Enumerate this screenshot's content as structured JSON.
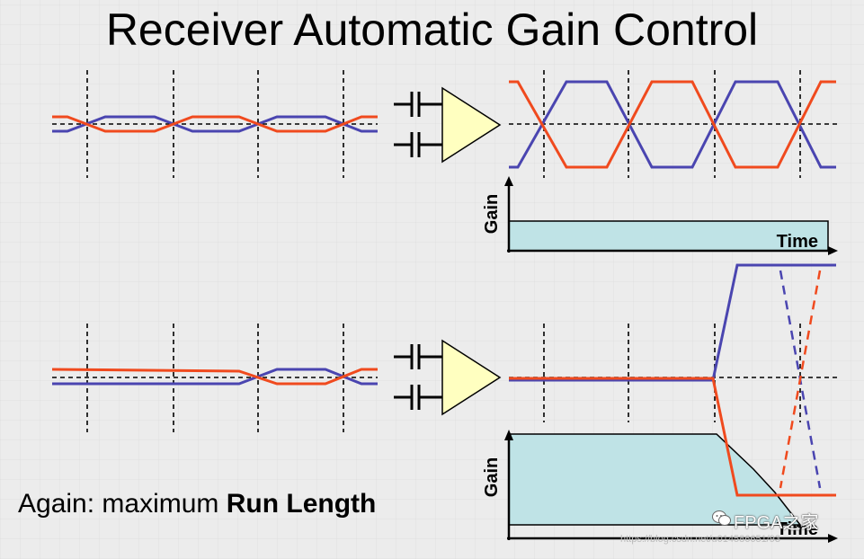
{
  "title": "Receiver Automatic Gain Control",
  "caption": {
    "prefix": "Again: maximum ",
    "bold": "Run Length"
  },
  "top_gain_graph": {
    "ylabel": "Gain",
    "xlabel": "Time"
  },
  "bottom_gain_graph": {
    "ylabel": "Gain",
    "xlabel": "Time"
  },
  "watermark": {
    "text": "FPGA之家",
    "small": "https://blog.csdn.net/u014586651/93",
    "icon": "wechat-icon"
  },
  "colors": {
    "red_trace": "#f04a1e",
    "blue_trace": "#4a45b0",
    "gain_fill": "#bfe3e6",
    "amp_fill": "#ffffc0"
  }
}
